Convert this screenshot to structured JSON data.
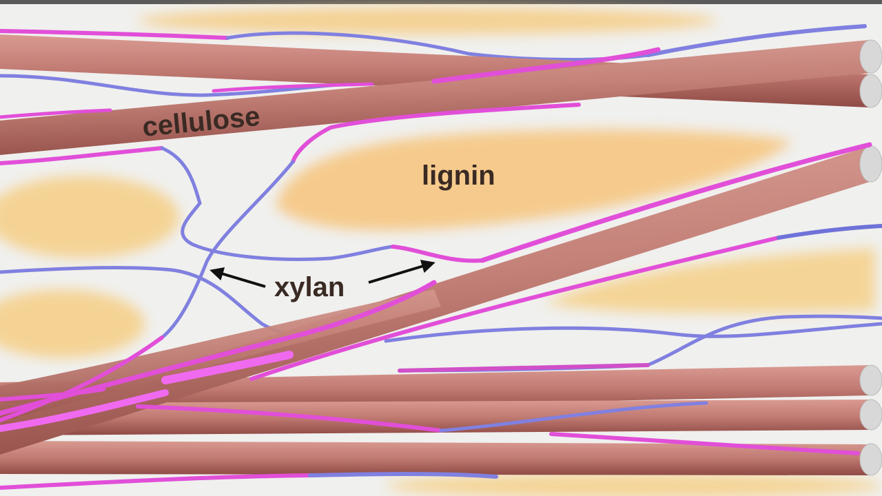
{
  "diagram": {
    "labels": {
      "cellulose": "cellulose",
      "lignin": "lignin",
      "xylan": "xylan"
    },
    "colors": {
      "background": "#f0f0ee",
      "cellulose": "#c07a72",
      "cellulose_dark": "#9c5650",
      "cellulose_end": "#d9d9d9",
      "lignin": "#f6c77e",
      "xylan_magenta": "#e14fd8",
      "xylan_blue": "#7f7fe0",
      "text": "#3a2a24"
    }
  }
}
